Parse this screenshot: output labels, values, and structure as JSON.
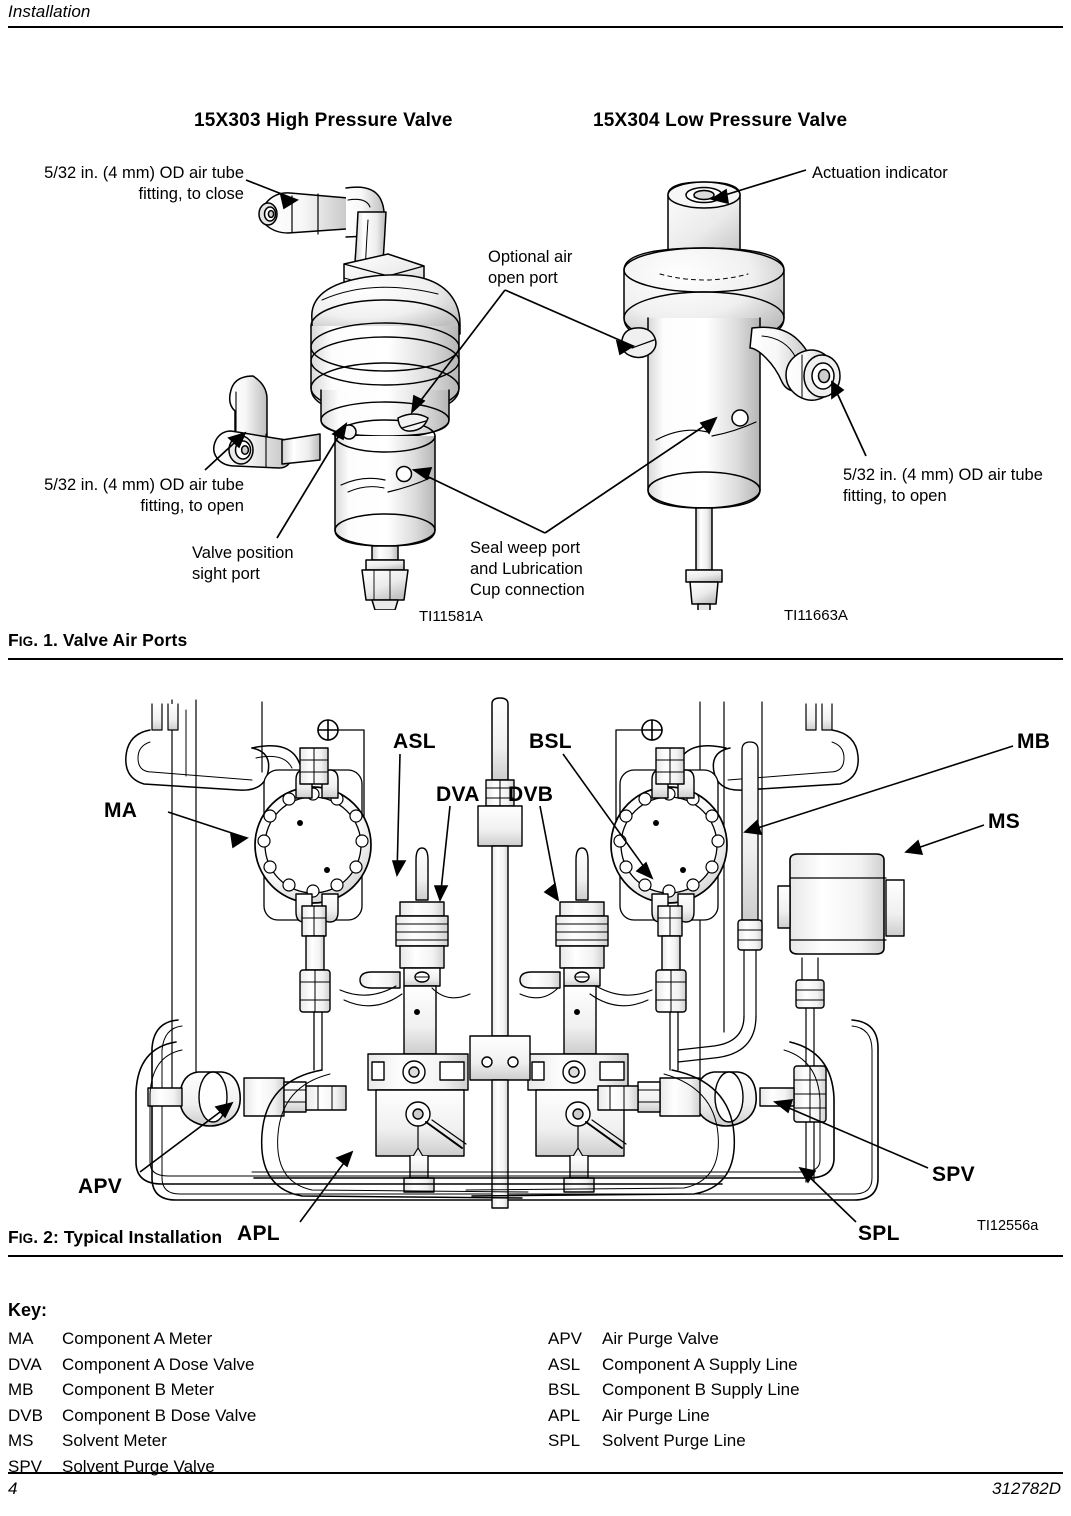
{
  "header": {
    "running_head": "Installation"
  },
  "figure1": {
    "titles": {
      "high_pressure": "15X303 High Pressure Valve",
      "low_pressure": "15X304 Low Pressure Valve"
    },
    "callouts": {
      "air_tube_close": "5/32 in. (4 mm) OD air tube\nfitting, to close",
      "air_tube_open_left": "5/32 in. (4 mm) OD air tube\nfitting, to open",
      "valve_position_sight_port": "Valve position\nsight port",
      "optional_air_open_port": "Optional air\nopen port",
      "seal_weep_port": "Seal weep port\nand Lubrication\nCup connection",
      "actuation_indicator": "Actuation indicator",
      "air_tube_open_right": "5/32 in. (4 mm) OD air tube\nfitting, to open"
    },
    "drawing_ids": {
      "high_pressure": "TI11581A",
      "low_pressure": "TI11663A"
    },
    "caption_prefix": "F",
    "caption_small": "IG",
    "caption_rest": ". 1. Valve Air Ports"
  },
  "figure2": {
    "labels": {
      "ma": "MA",
      "asl": "ASL",
      "bsl": "BSL",
      "dva": "DVA",
      "dvb": "DVB",
      "mb": "MB",
      "ms": "MS",
      "apv": "APV",
      "apl": "APL",
      "spv": "SPV",
      "spl": "SPL"
    },
    "drawing_id": "TI12556a",
    "caption_prefix": "F",
    "caption_small": "IG",
    "caption_rest": ". 2: Typical Installation"
  },
  "key": {
    "heading": "Key:",
    "left": [
      {
        "abbr": "MA",
        "desc": "Component A Meter"
      },
      {
        "abbr": "DVA",
        "desc": "Component A Dose Valve"
      },
      {
        "abbr": "MB",
        "desc": "Component B Meter"
      },
      {
        "abbr": "DVB",
        "desc": "Component B Dose Valve"
      },
      {
        "abbr": "MS",
        "desc": "Solvent Meter"
      },
      {
        "abbr": "SPV",
        "desc": "Solvent Purge Valve"
      }
    ],
    "right": [
      {
        "abbr": "APV",
        "desc": "Air Purge Valve"
      },
      {
        "abbr": "ASL",
        "desc": "Component A Supply Line"
      },
      {
        "abbr": "BSL",
        "desc": "Component B Supply Line"
      },
      {
        "abbr": "APL",
        "desc": "Air Purge Line"
      },
      {
        "abbr": "SPL",
        "desc": "Solvent Purge Line"
      }
    ]
  },
  "footer": {
    "page_number": "4",
    "document_number": "312782D"
  }
}
